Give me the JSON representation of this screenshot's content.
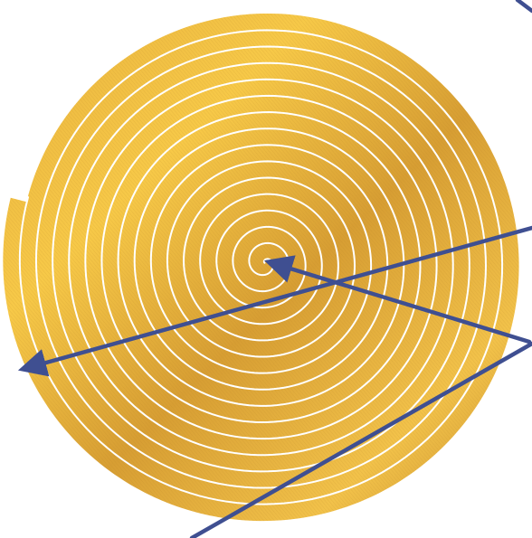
{
  "figure": {
    "type": "spiral-diagram",
    "colors": {
      "background": "#ffffff",
      "gold_light": "#f7c948",
      "gold_mid": "#e2ac3a",
      "gold_dark": "#c98f2c",
      "spiral_line": "#ffffff",
      "arrow": "#3f4f91"
    },
    "spiral": {
      "shape": "gold-disc-with-white-spiral-groove",
      "turns": 16
    },
    "arrows": [
      {
        "id": "arrow-to-outer-edge",
        "direction": "points-left-to-disc-edge"
      },
      {
        "id": "arrow-to-center",
        "direction": "points-to-spiral-center"
      },
      {
        "id": "diagonal-line",
        "direction": "no-arrowhead"
      },
      {
        "id": "top-right-corner-line",
        "direction": "no-arrowhead"
      }
    ]
  }
}
